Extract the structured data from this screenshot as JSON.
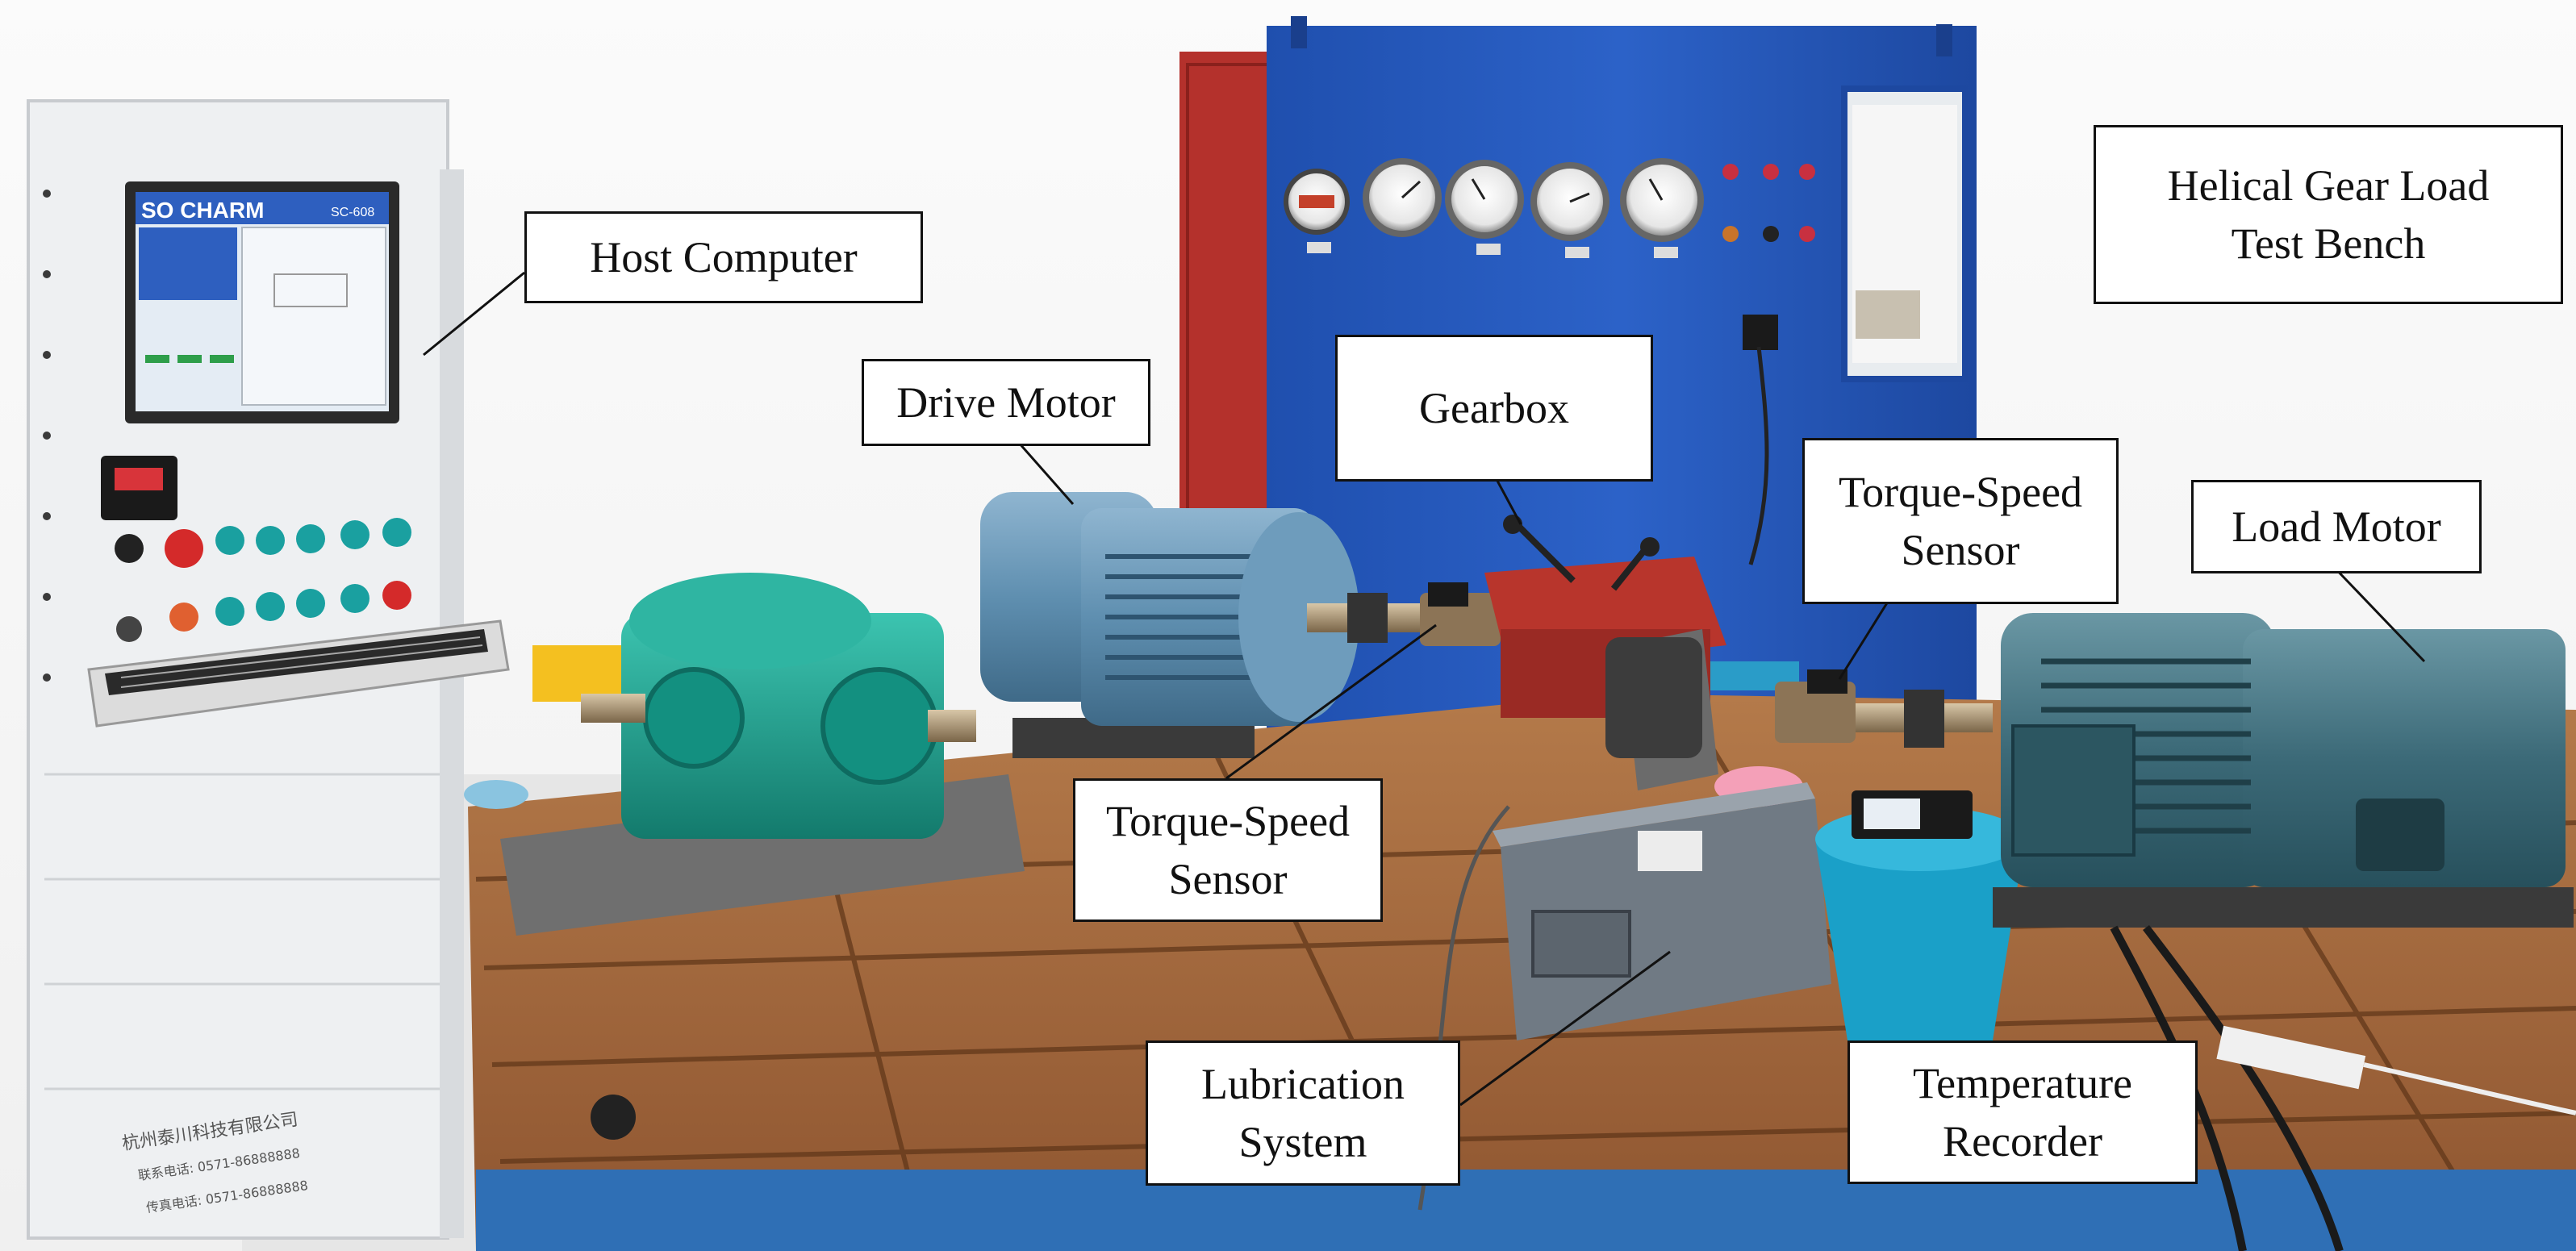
{
  "colors": {
    "cabinet": "#eef0f2",
    "control_panel_blue": "#2657b8",
    "gearbox_green": "#1f9c8c",
    "motor_steel_blue": "#5f8fb0",
    "load_motor_teal": "#3c6a78",
    "gear_red": "#b8352c",
    "bed_wood": "#a86d40",
    "base_blue": "#2f6fb5",
    "lube_tank": "#707a84",
    "recorder_cyan": "#1aa0c8"
  },
  "screen": {
    "brand": "SO CHARM",
    "code": "SC-608"
  },
  "cabinet": {
    "company": "杭州泰川科技有限公司",
    "phone_1": "联系电话: 0571-86888888",
    "phone_2": "传真电话: 0571-86888888"
  },
  "callouts": {
    "host_computer": "Host Computer",
    "drive_motor": "Drive Motor",
    "gearbox": "Gearbox",
    "torque_speed_right_1": "Torque-Speed",
    "torque_speed_right_2": "Sensor",
    "load_motor": "Load Motor",
    "torque_speed_left_1": "Torque-Speed",
    "torque_speed_left_2": "Sensor",
    "lubrication_1": "Lubrication",
    "lubrication_2": "System",
    "temperature_1": "Temperature",
    "temperature_2": "Recorder",
    "title_1": "Helical Gear Load",
    "title_2": "Test Bench"
  },
  "icons": [
    "gauge-icon",
    "button-icon",
    "indicator-light-icon"
  ]
}
